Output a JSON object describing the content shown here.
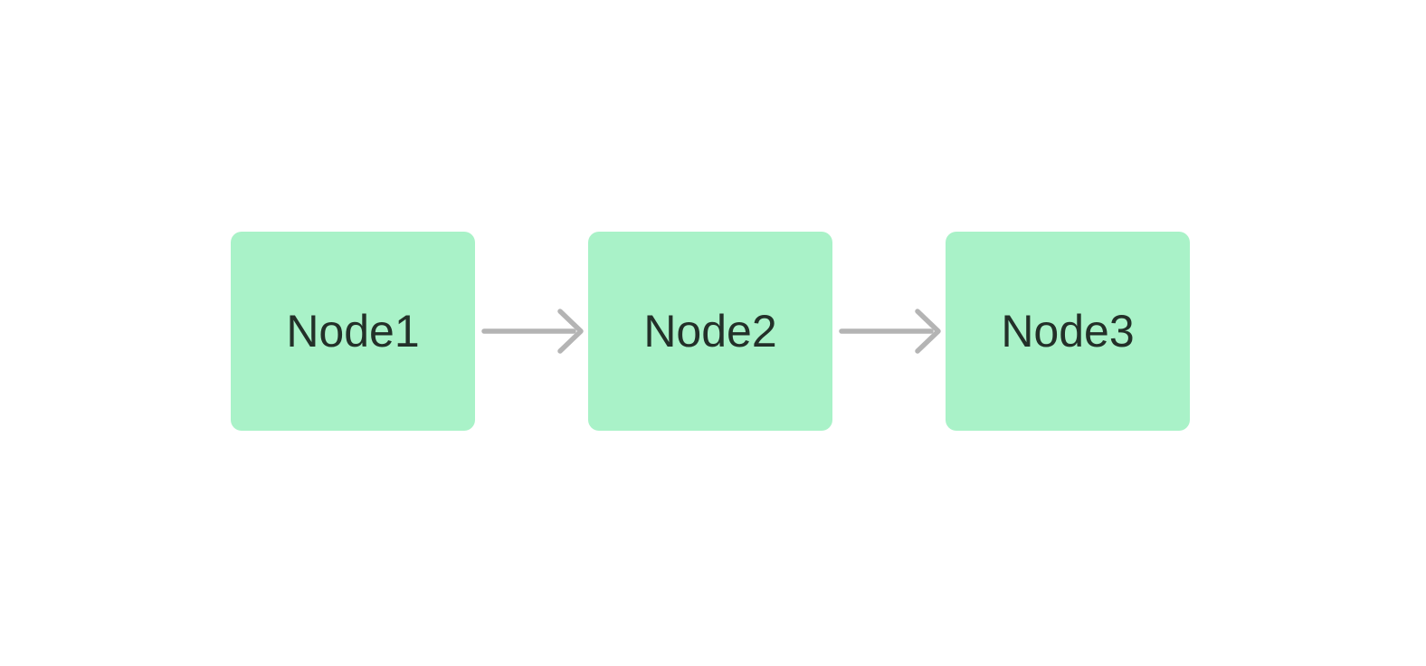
{
  "diagram": {
    "nodes": [
      {
        "label": "Node1"
      },
      {
        "label": "Node2"
      },
      {
        "label": "Node3"
      }
    ],
    "edges": [
      {
        "from": "Node1",
        "to": "Node2",
        "direction": "right",
        "arrow_icon": "arrow-right-icon"
      },
      {
        "from": "Node2",
        "to": "Node3",
        "direction": "right",
        "arrow_icon": "arrow-right-icon"
      }
    ],
    "colors": {
      "background": "#ffffff",
      "node_fill": "#a9f2c8",
      "node_text": "#233029",
      "edge": "#b4b4b4"
    }
  }
}
